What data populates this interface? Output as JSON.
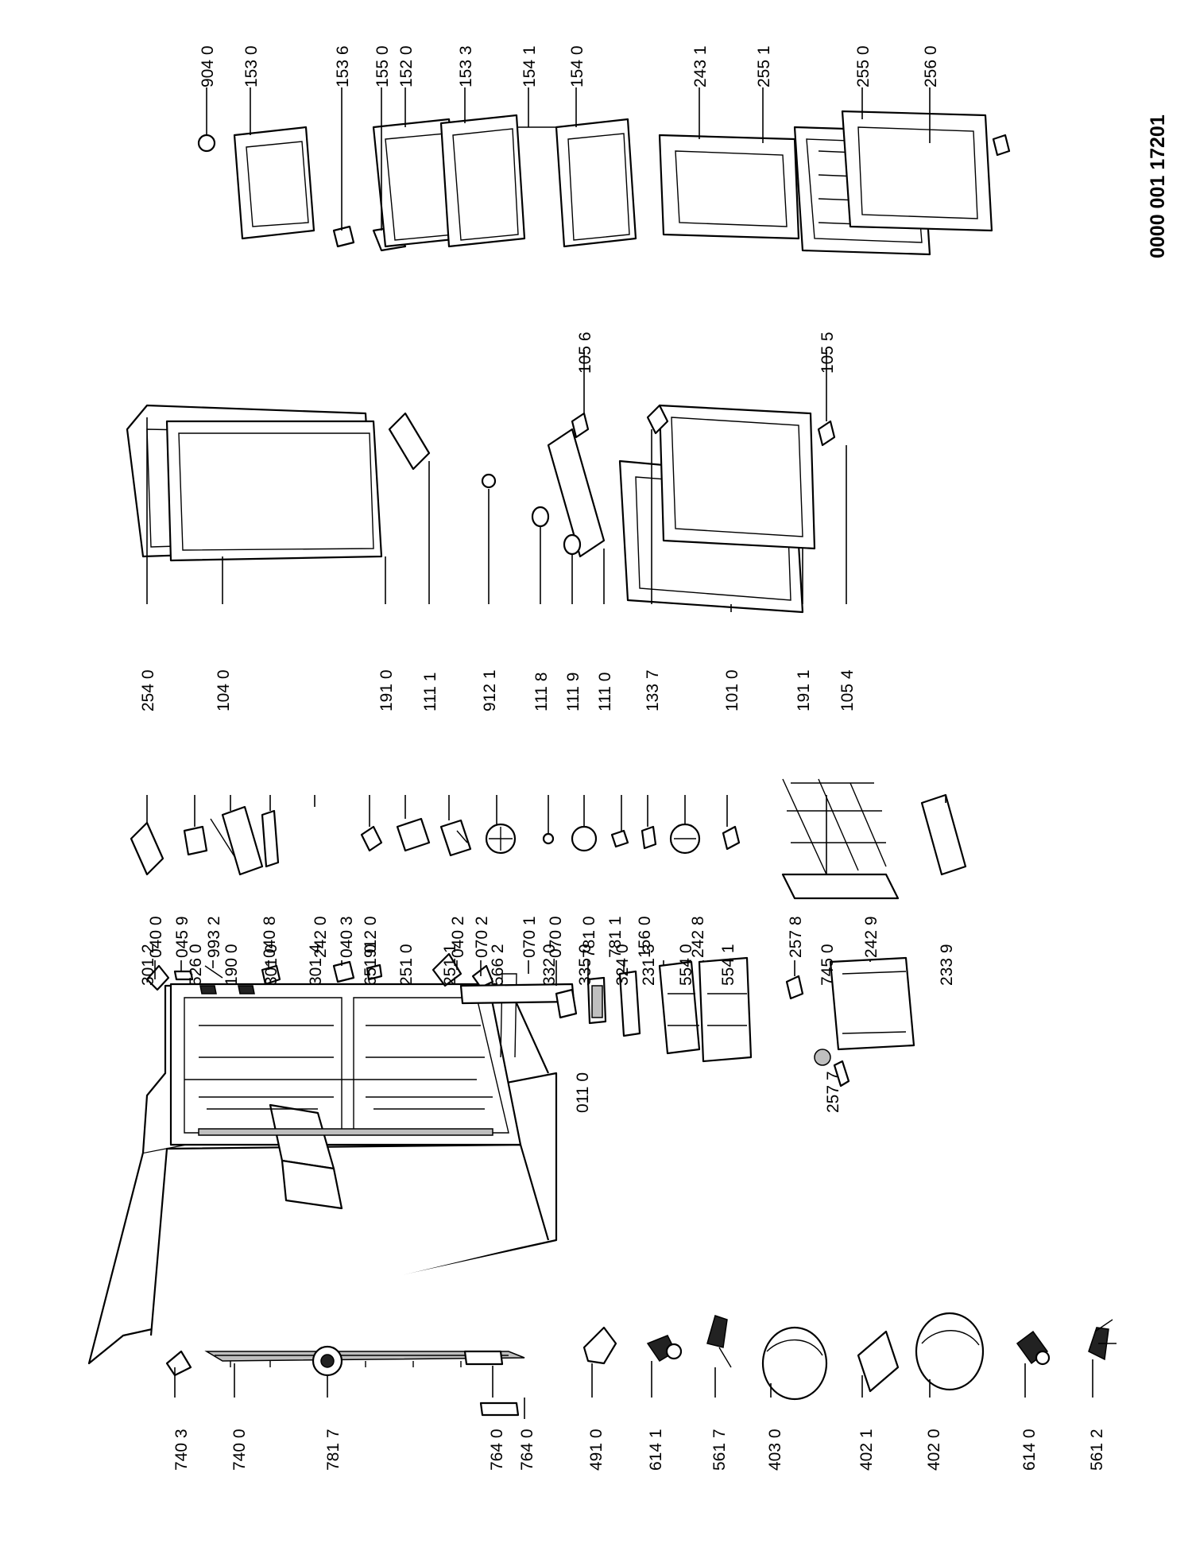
{
  "diagram": {
    "reference_number": "0000 001 17201",
    "labels": [
      {
        "id": "a1",
        "text": "040 0"
      },
      {
        "id": "a2",
        "text": "045 9"
      },
      {
        "id": "a3",
        "text": "993 2"
      },
      {
        "id": "a4",
        "text": "040 8"
      },
      {
        "id": "a5",
        "text": "242 0"
      },
      {
        "id": "a6",
        "text": "040 3"
      },
      {
        "id": "a7",
        "text": "912 0"
      },
      {
        "id": "a8",
        "text": "040 2"
      },
      {
        "id": "a9",
        "text": "070 2"
      },
      {
        "id": "a10",
        "text": "070 1"
      },
      {
        "id": "a11",
        "text": "070 0"
      },
      {
        "id": "a12",
        "text": "781 0"
      },
      {
        "id": "a13",
        "text": "781 1"
      },
      {
        "id": "a14",
        "text": "156 0"
      },
      {
        "id": "a15",
        "text": "242 8"
      },
      {
        "id": "a16",
        "text": "257 8"
      },
      {
        "id": "a17",
        "text": "242 9"
      },
      {
        "id": "a18",
        "text": "011 0"
      },
      {
        "id": "a19",
        "text": "257 7"
      },
      {
        "id": "b1",
        "text": "740 3"
      },
      {
        "id": "b2",
        "text": "740 0"
      },
      {
        "id": "b3",
        "text": "781 7"
      },
      {
        "id": "b4",
        "text": "764 0"
      },
      {
        "id": "b5",
        "text": "764 0"
      },
      {
        "id": "b6",
        "text": "491 0"
      },
      {
        "id": "b7",
        "text": "614 1"
      },
      {
        "id": "b8",
        "text": "561 7"
      },
      {
        "id": "b9",
        "text": "403 0"
      },
      {
        "id": "b10",
        "text": "402 1"
      },
      {
        "id": "b11",
        "text": "402 0"
      },
      {
        "id": "b12",
        "text": "614 0"
      },
      {
        "id": "b13",
        "text": "561 2"
      },
      {
        "id": "c1",
        "text": "301 2"
      },
      {
        "id": "c2",
        "text": "526 0"
      },
      {
        "id": "c3",
        "text": "190 0"
      },
      {
        "id": "c4",
        "text": "301 0"
      },
      {
        "id": "c5",
        "text": "301 4"
      },
      {
        "id": "c6",
        "text": "651 0"
      },
      {
        "id": "c7",
        "text": "251 0"
      },
      {
        "id": "c8",
        "text": "251 1"
      },
      {
        "id": "c9",
        "text": "566 2"
      },
      {
        "id": "c10",
        "text": "332 0"
      },
      {
        "id": "c11",
        "text": "335 0"
      },
      {
        "id": "c12",
        "text": "324 0"
      },
      {
        "id": "c13",
        "text": "231 3"
      },
      {
        "id": "c14",
        "text": "554 0"
      },
      {
        "id": "c15",
        "text": "554 1"
      },
      {
        "id": "c16",
        "text": "745 0"
      },
      {
        "id": "c17",
        "text": "233 9"
      },
      {
        "id": "d1",
        "text": "254 0"
      },
      {
        "id": "d2",
        "text": "104 0"
      },
      {
        "id": "d3",
        "text": "191 0"
      },
      {
        "id": "d4",
        "text": "111 1"
      },
      {
        "id": "d5",
        "text": "912 1"
      },
      {
        "id": "d6",
        "text": "111 8"
      },
      {
        "id": "d7",
        "text": "111 9"
      },
      {
        "id": "d8",
        "text": "111 0"
      },
      {
        "id": "d9",
        "text": "133 7"
      },
      {
        "id": "d10",
        "text": "101 0"
      },
      {
        "id": "d11",
        "text": "191 1"
      },
      {
        "id": "d12",
        "text": "105 4"
      },
      {
        "id": "d13",
        "text": "105 6"
      },
      {
        "id": "d14",
        "text": "105 5"
      },
      {
        "id": "e1",
        "text": "904 0"
      },
      {
        "id": "e2",
        "text": "153 0"
      },
      {
        "id": "e3",
        "text": "153 6"
      },
      {
        "id": "e4",
        "text": "155 0"
      },
      {
        "id": "e5",
        "text": "152 0"
      },
      {
        "id": "e6",
        "text": "153 3"
      },
      {
        "id": "e7",
        "text": "154 1"
      },
      {
        "id": "e8",
        "text": "154 0"
      },
      {
        "id": "e9",
        "text": "243 1"
      },
      {
        "id": "e10",
        "text": "255 1"
      },
      {
        "id": "e11",
        "text": "255 0"
      },
      {
        "id": "e12",
        "text": "256 0"
      }
    ]
  }
}
